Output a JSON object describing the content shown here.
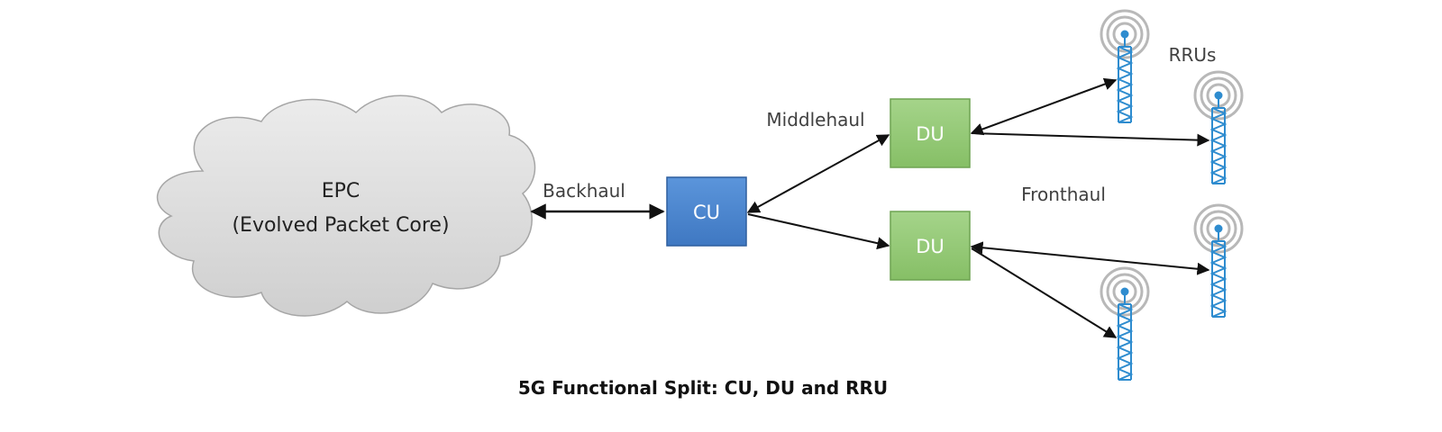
{
  "diagram": {
    "caption": "5G Functional Split: CU, DU and RRU",
    "epc": {
      "line1": "EPC",
      "line2": "(Evolved Packet Core)"
    },
    "cu": {
      "label": "CU",
      "color": "#4a86d0"
    },
    "du_top": {
      "label": "DU",
      "color": "#8fc66f"
    },
    "du_bottom": {
      "label": "DU",
      "color": "#8fc66f"
    },
    "links": {
      "backhaul": "Backhaul",
      "middlehaul": "Middlehaul",
      "fronthaul": "Fronthaul"
    },
    "rru_label": "RRUs",
    "colors": {
      "cloud_fill": "#dcdcdc",
      "cloud_stroke": "#a6a6a6",
      "tower": "#2e8ccf",
      "arrow": "#111111"
    }
  }
}
